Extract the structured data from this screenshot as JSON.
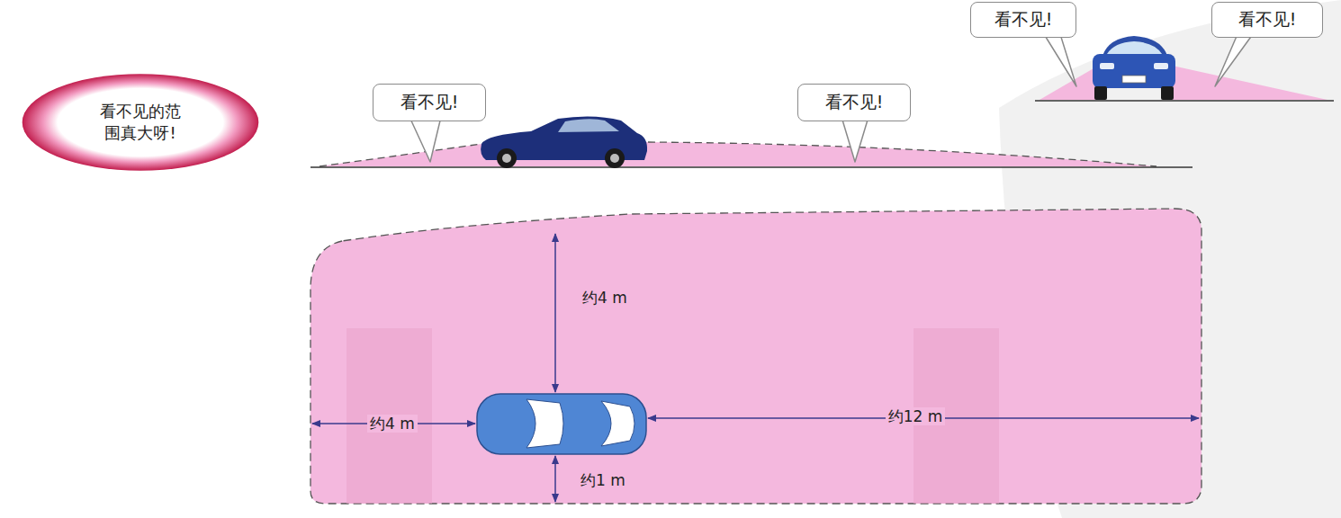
{
  "diagram": {
    "nodes": [
      {
        "text": [
          "看不见的范围真大呀!"
        ]
      },
      {
        "text": [
          "看不见!"
        ]
      },
      {
        "text": [
          "看不见!"
        ]
      },
      {
        "text": [
          "看不见!"
        ]
      },
      {
        "text": [
          "看不见!"
        ]
      }
    ],
    "labels": [
      "约4 m",
      "约4 m",
      "约12 m",
      "约1 m"
    ]
  }
}
